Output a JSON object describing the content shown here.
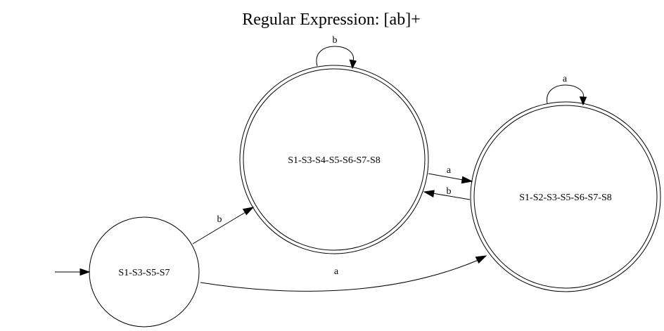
{
  "title": "Regular Expression: [ab]+",
  "states": {
    "start": {
      "label": "S1-S3-S5-S7",
      "accepting": false,
      "initial": true
    },
    "b_state": {
      "label": "S1-S3-S4-S5-S6-S7-S8",
      "accepting": true,
      "initial": false
    },
    "a_state": {
      "label": "S1-S2-S3-S5-S6-S7-S8",
      "accepting": true,
      "initial": false
    }
  },
  "transitions": {
    "start_to_b": {
      "from": "S1-S3-S5-S7",
      "to": "S1-S3-S4-S5-S6-S7-S8",
      "label": "b"
    },
    "start_to_a": {
      "from": "S1-S3-S5-S7",
      "to": "S1-S2-S3-S5-S6-S7-S8",
      "label": "a"
    },
    "b_to_a": {
      "from": "S1-S3-S4-S5-S6-S7-S8",
      "to": "S1-S2-S3-S5-S6-S7-S8",
      "label": "a"
    },
    "a_to_b": {
      "from": "S1-S2-S3-S5-S6-S7-S8",
      "to": "S1-S3-S4-S5-S6-S7-S8",
      "label": "b"
    },
    "b_loop": {
      "from": "S1-S3-S4-S5-S6-S7-S8",
      "to": "S1-S3-S4-S5-S6-S7-S8",
      "label": "b"
    },
    "a_loop": {
      "from": "S1-S2-S3-S5-S6-S7-S8",
      "to": "S1-S2-S3-S5-S6-S7-S8",
      "label": "a"
    }
  }
}
